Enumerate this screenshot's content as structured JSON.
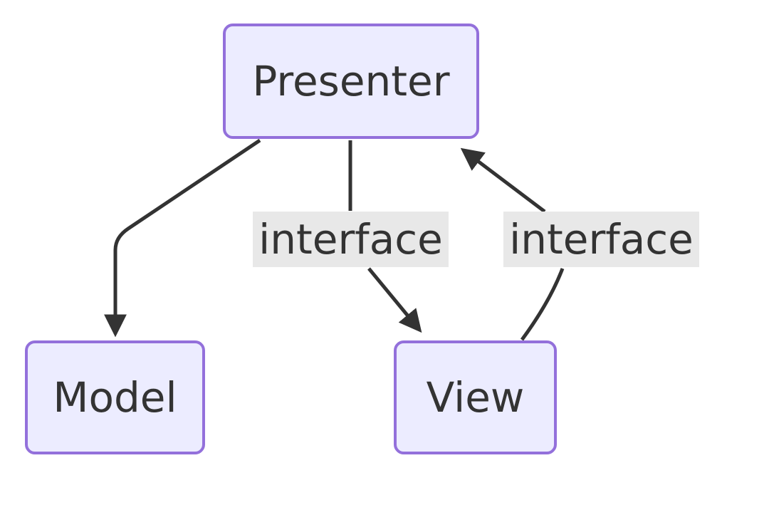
{
  "diagram": {
    "type": "flowchart",
    "direction": "top-down",
    "title": "Model-View-Presenter architecture diagram",
    "nodes": [
      {
        "id": "presenter",
        "label": "Presenter"
      },
      {
        "id": "model",
        "label": "Model"
      },
      {
        "id": "view",
        "label": "View"
      }
    ],
    "edges": [
      {
        "from": "Presenter",
        "to": "Model",
        "label": "",
        "arrow": "to-model"
      },
      {
        "from": "Presenter",
        "to": "View",
        "label": "interface",
        "arrow": "to-view"
      },
      {
        "from": "View",
        "to": "Presenter",
        "label": "interface",
        "arrow": "to-presenter"
      }
    ],
    "colors": {
      "node_fill": "#ECECFF",
      "node_border": "#9370DB",
      "edge_stroke": "#333333",
      "edge_label_background": "#e8e8e8",
      "text": "#333333",
      "background": "#ffffff"
    }
  }
}
